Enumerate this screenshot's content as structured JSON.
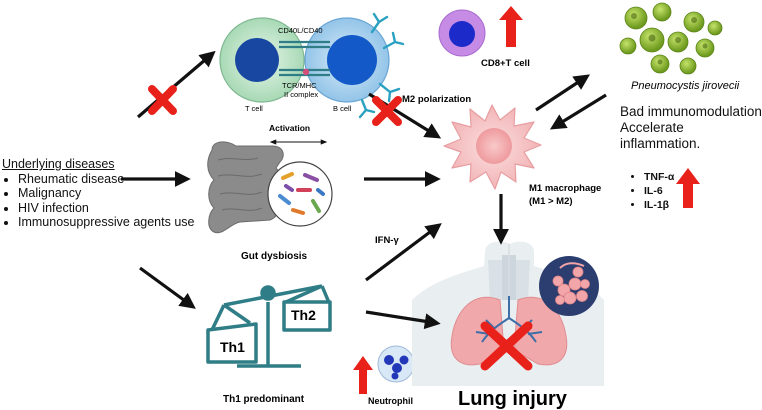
{
  "diagram": {
    "underlying": {
      "header": "Underlying diseases",
      "items": [
        "Rheumatic disease",
        "Malignancy",
        "HIV infection",
        "Immunosuppressive agents use"
      ]
    },
    "top_cells": {
      "cd40_label": "CD40L/CD40",
      "tcr_label_1": "TCR/MHC",
      "tcr_label_2": "II complex",
      "tcell_label": "T cell",
      "bcell_label": "B cell",
      "activation_label": "Activation"
    },
    "cd8_label": "CD8+T cell",
    "pathogen_label": "Pneumocystis jirovecii",
    "notes": [
      "Bad immunomodulation",
      "Accelerate inflammation."
    ],
    "m2_label": "M2 polarization",
    "macrophage_label_1": "M1 macrophage",
    "macrophage_label_2": "(M1 > M2)",
    "cytokines": [
      "TNF-α",
      "IL-6",
      "IL-1β"
    ],
    "gut_label": "Gut dysbiosis",
    "ifn_label": "IFN-γ",
    "th1_label": "Th1",
    "th2_label": "Th2",
    "th_label": "Th1 predominant",
    "neutrophil_label": "Neutrophil",
    "lung_label": "Lung injury",
    "colors": {
      "arrow": "#111111",
      "red": "#e8221b",
      "tcell": "#bfe3c8",
      "bcell": "#a9d2ee",
      "cd8": "#c58be5",
      "macrophage": "#f4c3c4",
      "scale": "#2f7d86",
      "lung": "#f1a8aa",
      "body": "#e9eef1",
      "alveoli_bg": "#2c3e70"
    }
  }
}
